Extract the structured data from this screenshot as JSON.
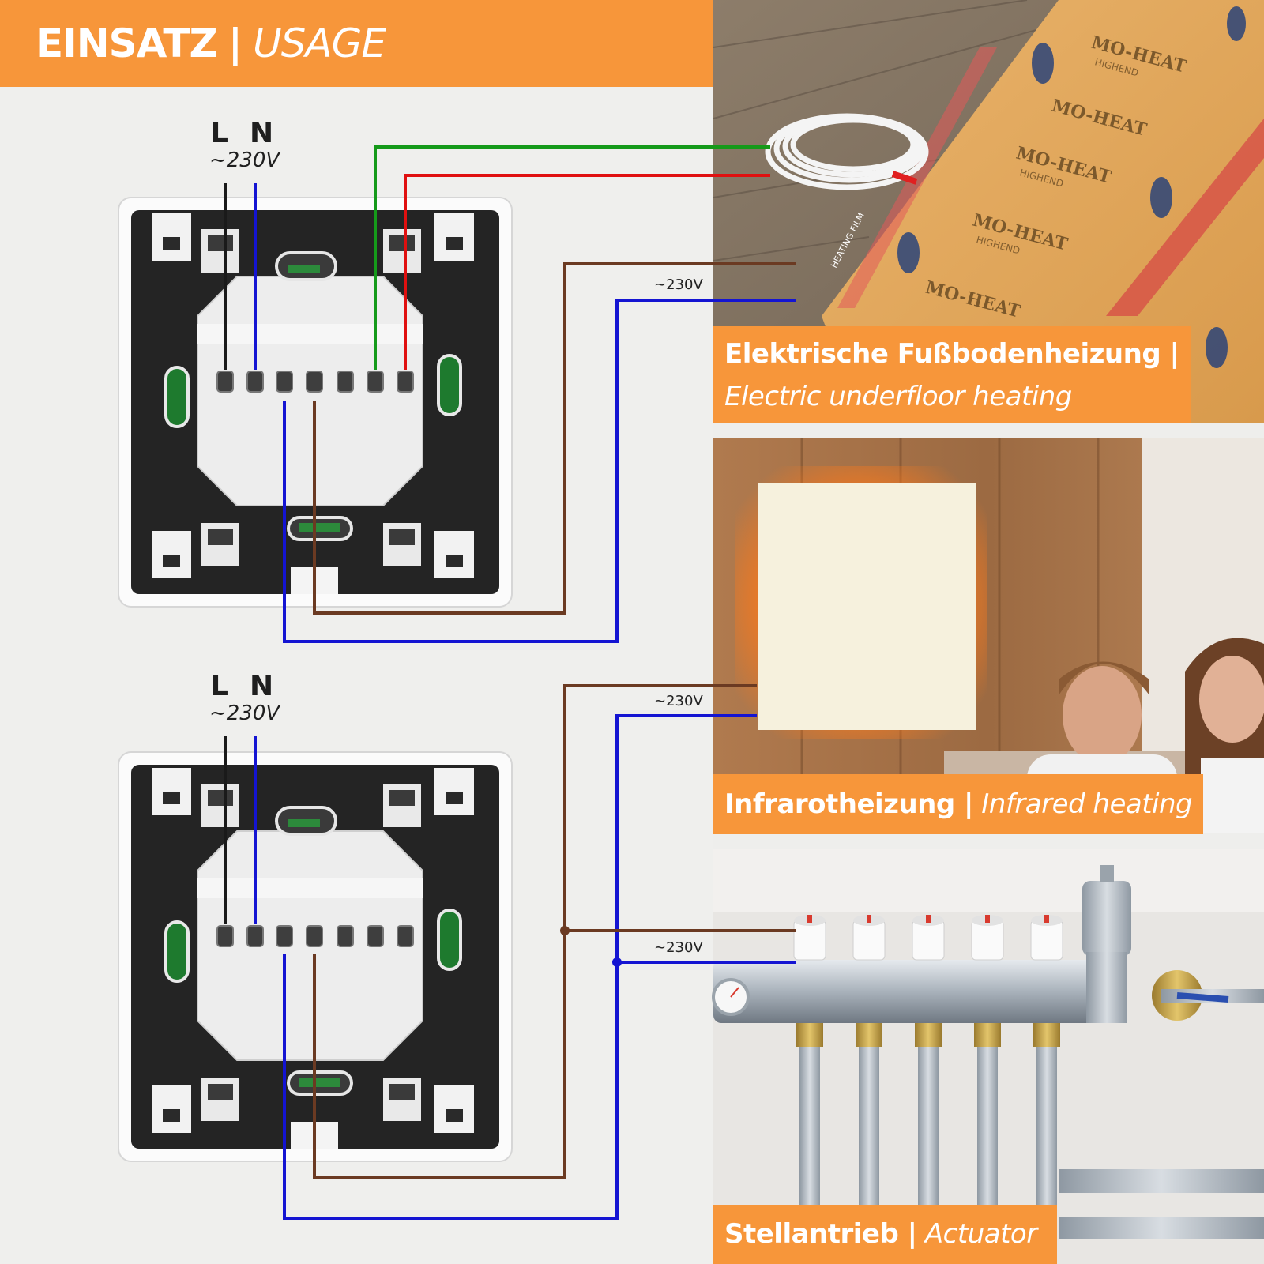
{
  "header": {
    "title_de": "EINSATZ",
    "separator": "|",
    "title_en": "USAGE"
  },
  "thermostat_top": {
    "label_l": "L",
    "label_n": "N",
    "voltage": "~230V"
  },
  "thermostat_bottom": {
    "label_l": "L",
    "label_n": "N",
    "voltage": "~230V"
  },
  "wire_labels": {
    "top": "~230V",
    "middle": "~230V",
    "bottom": "~230V"
  },
  "panels": [
    {
      "title_de": "Elektrische Fußbodenheizung |",
      "title_en": "Electric underfloor heating"
    },
    {
      "title_de": "Infrarotheizung |",
      "title_en": "Infrared heating"
    },
    {
      "title_de": "Stellantrieb |",
      "title_en": "Actuator"
    }
  ],
  "brand": {
    "logo_text": "MO-HEAT",
    "film_text": "HIGHEND",
    "strip_text": "HEATING FILM"
  },
  "colors": {
    "accent": "#f7963a",
    "wire_live": "#1a1a1a",
    "wire_neutral": "#1414d2",
    "wire_sensor_green": "#159a1a",
    "wire_sensor_red": "#e01010",
    "wire_load": "#6b3a22"
  }
}
